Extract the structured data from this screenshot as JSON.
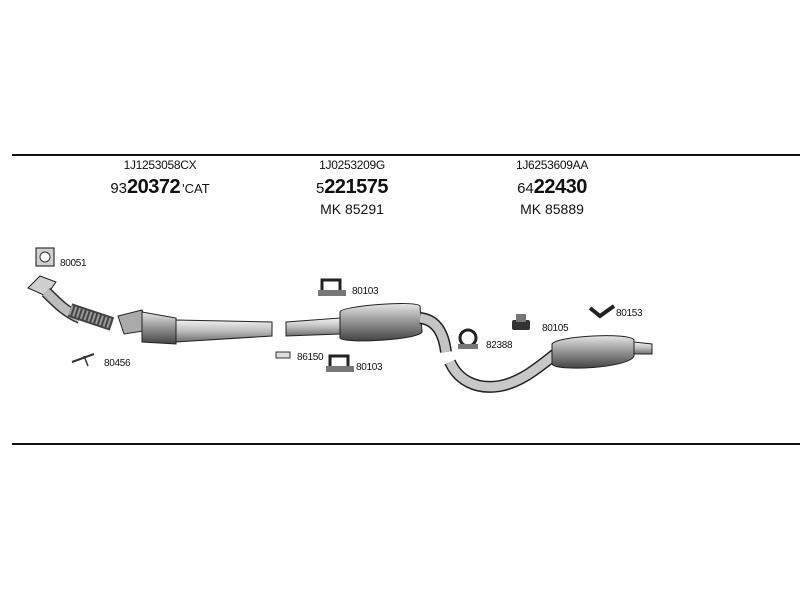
{
  "groups": [
    {
      "ref": "1J1253058CX",
      "prefix": "93",
      "number": "20372",
      "suffix": "'CAT",
      "mk": ""
    },
    {
      "ref": "1J0253209G",
      "prefix": "5",
      "number": "221575",
      "suffix": "",
      "mk": "MK  85291"
    },
    {
      "ref": "1J6253609AA",
      "prefix": "64",
      "number": "22430",
      "suffix": "",
      "mk": "MK  85889"
    }
  ],
  "parts": {
    "flange_gasket": "80051",
    "clamp_1": "80103",
    "clamp_2": "80103",
    "bolt_kit": "80456",
    "seal": "86150",
    "clamp_3": "82388",
    "mount_1": "80105",
    "mount_2": "80153"
  }
}
